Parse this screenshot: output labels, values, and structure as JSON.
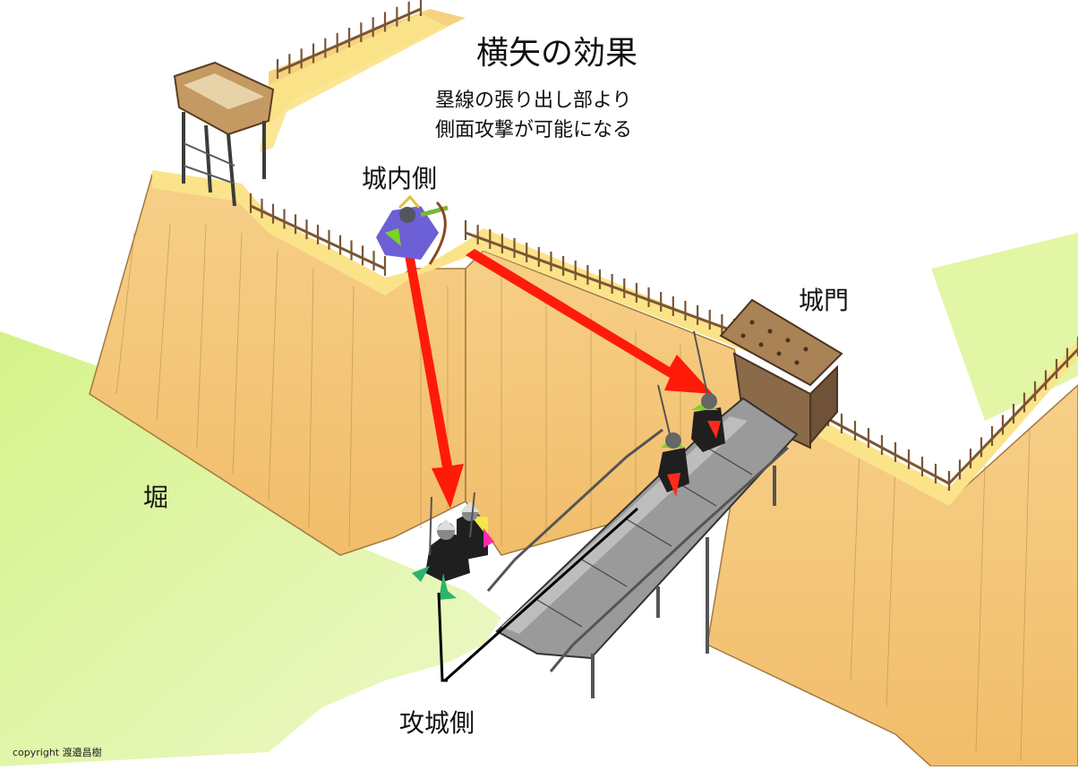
{
  "title": "横矢の効果",
  "description": [
    "塁線の張り出し部より",
    "側面攻撃が可能になる"
  ],
  "labels": {
    "inner_side": "城内側",
    "gate": "城門",
    "moat": "堀",
    "attacker_side": "攻城側"
  },
  "copyright": "copyright 渡邉昌樹",
  "colors": {
    "wall": "#f5c77a",
    "wall_top": "#fbe38a",
    "moat": "#c9ef7a",
    "moat_light": "#e8f7b0",
    "arrow": "#ff1a0a",
    "bridge": "#8f8f8f",
    "gate_roof": "#b08a5a",
    "fence": "#7a5634"
  },
  "icons": [
    "watchtower-icon",
    "archer-icon",
    "soldier-icon",
    "gate-icon",
    "bridge-icon",
    "arrow-icon"
  ]
}
